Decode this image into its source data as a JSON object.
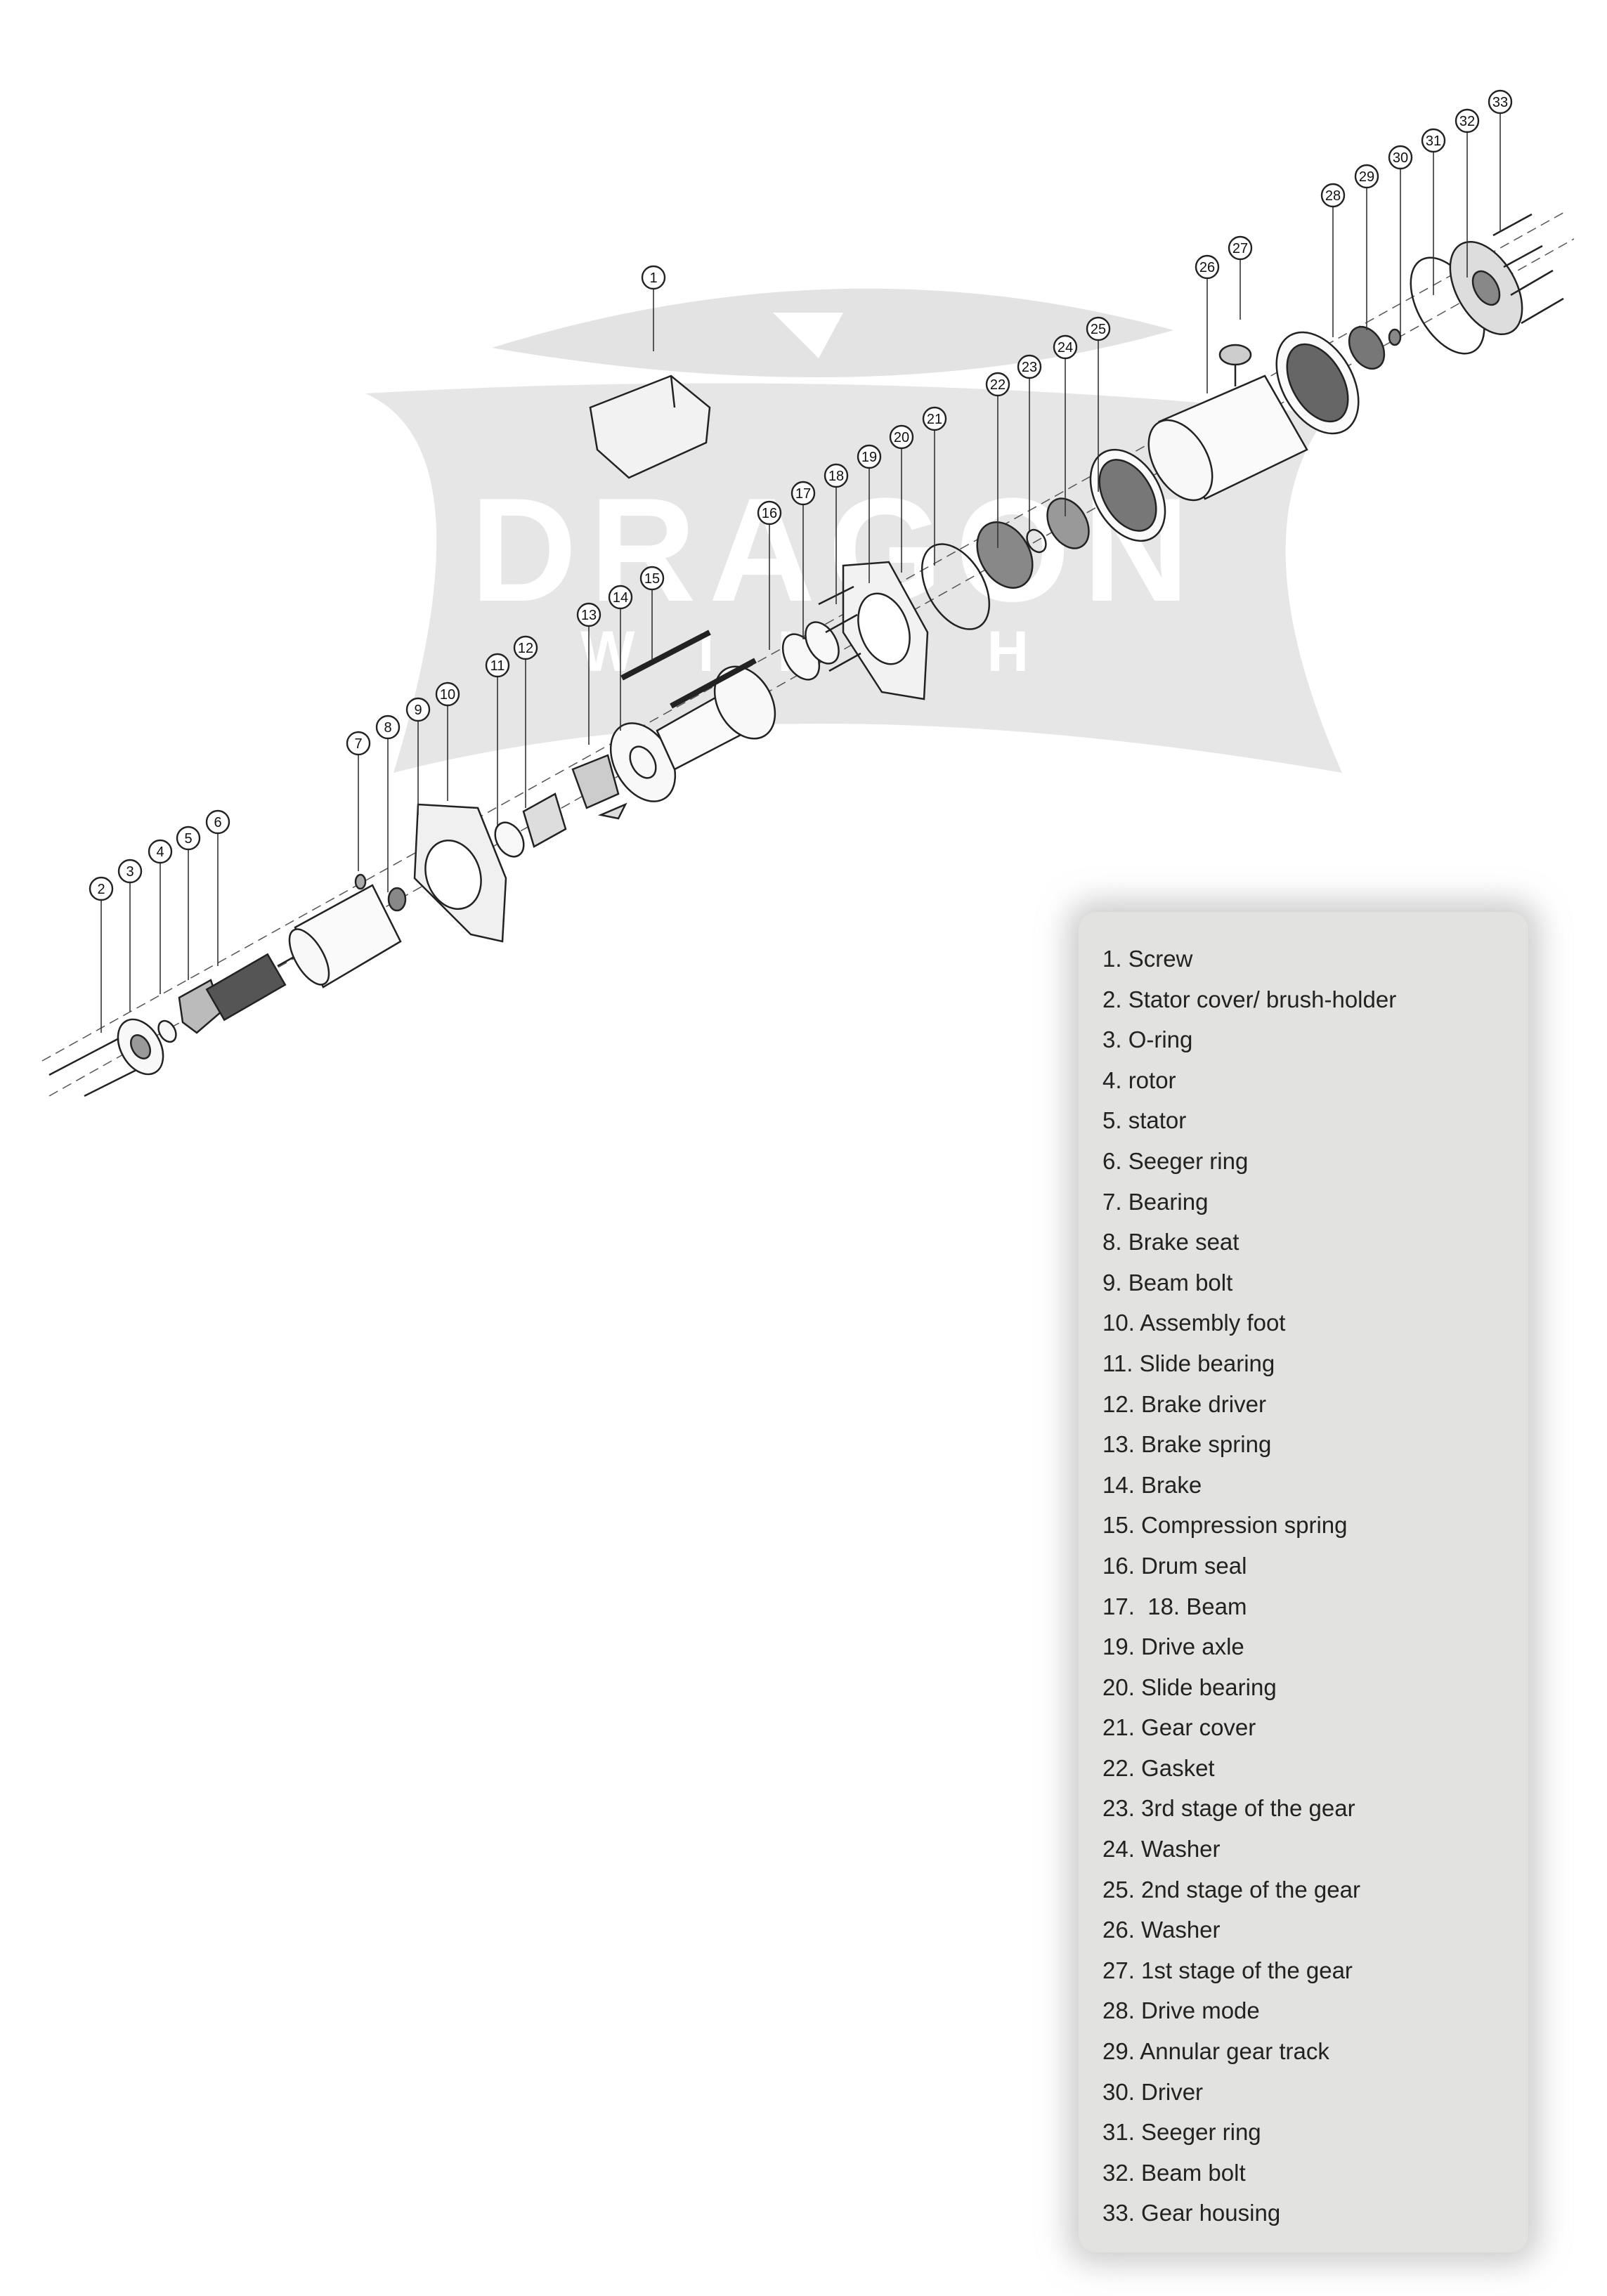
{
  "watermark": {
    "word1": "DRAGON",
    "word2": "WINCH"
  },
  "callouts": [
    "1",
    "2",
    "3",
    "4",
    "5",
    "6",
    "7",
    "8",
    "9",
    "10",
    "11",
    "12",
    "13",
    "14",
    "15",
    "16",
    "17",
    "18",
    "19",
    "20",
    "21",
    "22",
    "23",
    "24",
    "25",
    "26",
    "27",
    "28",
    "29",
    "30",
    "31",
    "32",
    "33"
  ],
  "legend": [
    "1. Screw",
    "2. Stator cover/ brush-holder",
    "3. O-ring",
    "4. rotor",
    "5. stator",
    "6. Seeger ring",
    "7. Bearing",
    "8. Brake seat",
    "9. Beam bolt",
    "10. Assembly foot",
    "11. Slide bearing",
    "12. Brake driver",
    "13. Brake spring",
    "14. Brake",
    "15. Compression spring",
    "16. Drum seal",
    "17.  18. Beam",
    "19. Drive axle",
    "20. Slide bearing",
    "21. Gear cover",
    "22. Gasket",
    "23. 3rd stage of the gear",
    "24. Washer",
    "25. 2nd stage of the gear",
    "26. Washer",
    "27. 1st stage of the gear",
    "28. Drive mode",
    "29. Annular gear track",
    "30. Driver",
    "31. Seeger ring",
    "32. Beam bolt",
    "33. Gear housing"
  ]
}
